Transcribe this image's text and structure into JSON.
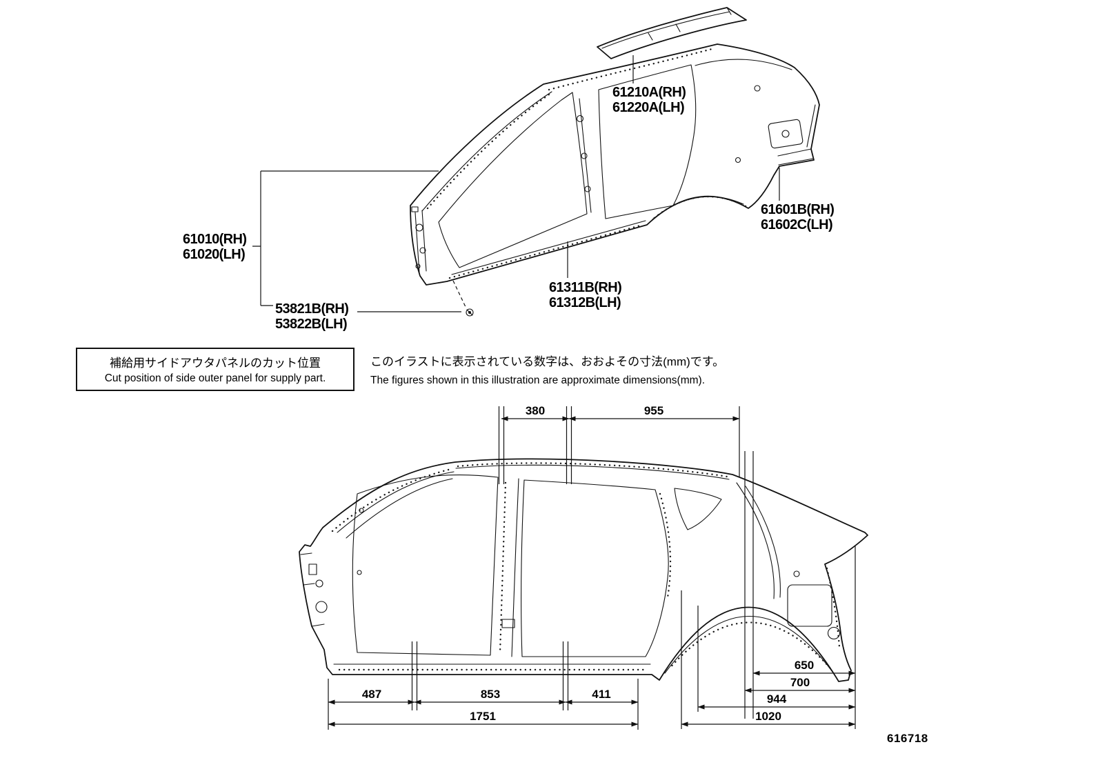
{
  "drawing_number": "616718",
  "parts": {
    "roof_rail": {
      "rh": "61210A(RH)",
      "lh": "61220A(LH)"
    },
    "side_panel": {
      "rh": "61010(RH)",
      "lh": "61020(LH)"
    },
    "quarter_outer": {
      "rh": "61601B(RH)",
      "lh": "61602C(LH)"
    },
    "rocker_outer": {
      "rh": "61311B(RH)",
      "lh": "61312B(LH)"
    },
    "cut_clip": {
      "rh": "53821B(RH)",
      "lh": "53822B(LH)"
    }
  },
  "cut_note": {
    "jp": "補給用サイドアウタパネルのカット位置",
    "en": "Cut position of side outer panel for supply part."
  },
  "dim_note": {
    "jp": "このイラストに表示されている数字は、おおよその寸法(mm)です。",
    "en": "The figures shown in this illustration are approximate dimensions(mm)."
  },
  "dims": {
    "roof_front": "380",
    "roof_rear": "955",
    "rocker_front": "487",
    "rocker_mid": "853",
    "rocker_rear": "411",
    "rocker_total": "1751",
    "rear_a": "650",
    "rear_b": "700",
    "rear_c": "944",
    "rear_d": "1020"
  }
}
